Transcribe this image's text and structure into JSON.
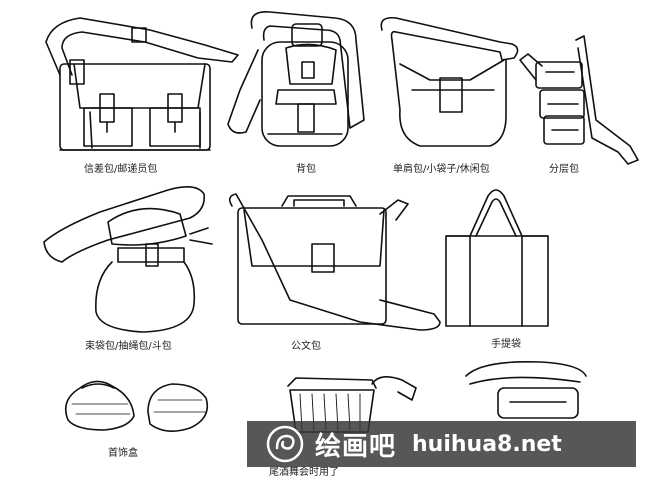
{
  "captions": {
    "messenger": "信差包/邮递员包",
    "backpack": "背包",
    "shoulder": "单肩包/小袋子/休闲包",
    "layered": "分层包",
    "bucket": "束袋包/抽绳包/斗包",
    "briefcase": "公文包",
    "tote": "手提袋",
    "jewelry": "首饰盒",
    "party": "尾酒舞会时用了"
  },
  "watermark": {
    "site_cn": "绘画吧",
    "site_url": "huihua8.net",
    "logo_icon": "swirl-logo-icon"
  }
}
